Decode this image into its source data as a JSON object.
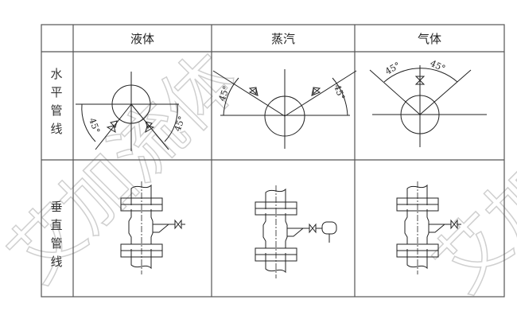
{
  "table": {
    "columns": [
      "液体",
      "蒸汽",
      "气体"
    ],
    "rows": [
      {
        "label": [
          "水",
          "平",
          "管",
          "线"
        ]
      },
      {
        "label": [
          "垂",
          "直",
          "管",
          "线"
        ]
      }
    ],
    "angle_label": "45°"
  },
  "watermark": "艾加流体"
}
